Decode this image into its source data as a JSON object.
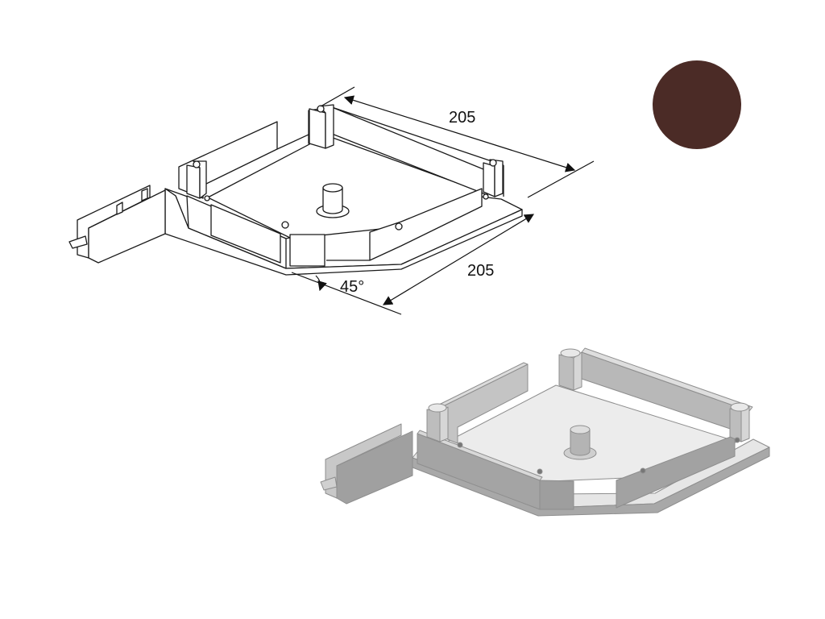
{
  "dimensions": {
    "top_length": "205",
    "front_length": "205",
    "angle": "45°"
  },
  "swatch": {
    "color": "#4b2b26",
    "color_name": "brown"
  },
  "colors": {
    "line": "#1a1a1a",
    "render_light": "#e2e2e2",
    "render_mid": "#bcbcbc",
    "render_dark": "#9a9a9a"
  }
}
